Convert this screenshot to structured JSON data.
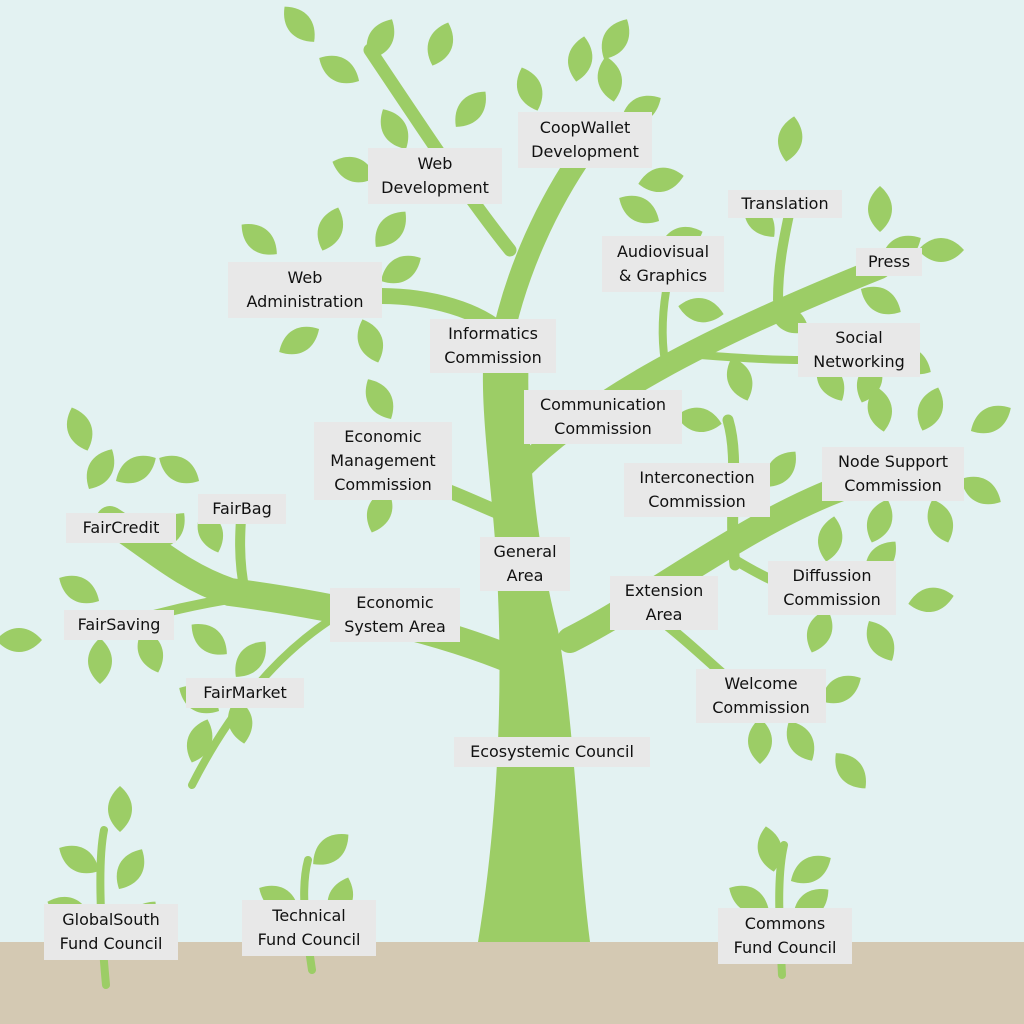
{
  "colors": {
    "background": "#e3f2f2",
    "ground": "#d4c9b3",
    "tree": "#9ccd66",
    "label_bg": "#e8e8e8"
  },
  "nodes": {
    "web_development": "Web\nDevelopment",
    "coopwallet_development": "CoopWallet\nDevelopment",
    "translation": "Translation",
    "audiovisual_graphics": "Audiovisual\n& Graphics",
    "press": "Press",
    "web_administration": "Web\nAdministration",
    "informatics_commission": "Informatics\nCommission",
    "social_networking": "Social\nNetworking",
    "communication_commission": "Communication\nCommission",
    "economic_management_commission": "Economic\nManagement\nCommission",
    "interconection_commission": "Interconection\nCommission",
    "node_support_commission": "Node Support\nCommission",
    "fairbag": "FairBag",
    "faircredit": "FairCredit",
    "general_area": "General\nArea",
    "diffussion_commission": "Diffussion\nCommission",
    "economic_system_area": "Economic\nSystem Area",
    "extension_area": "Extension\nArea",
    "fairsaving": "FairSaving",
    "fairmarket": "FairMarket",
    "welcome_commission": "Welcome\nCommission",
    "ecosystemic_council": "Ecosystemic Council",
    "globalsouth_fund_council": "GlobalSouth\nFund Council",
    "technical_fund_council": "Technical\nFund Council",
    "commons_fund_council": "Commons\nFund Council"
  }
}
